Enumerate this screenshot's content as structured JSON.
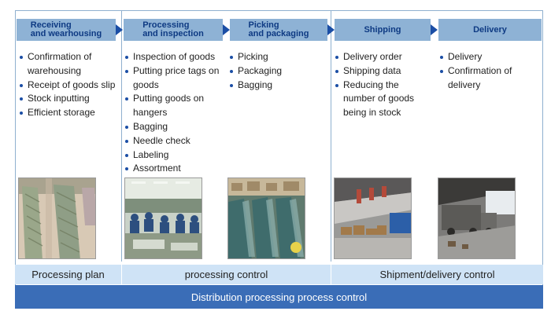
{
  "stages": [
    {
      "line1": "Receiving",
      "line2": "and wearhousing"
    },
    {
      "line1": "Processing",
      "line2": "and inspection"
    },
    {
      "line1": "Picking",
      "line2": "and packaging"
    },
    {
      "line1": "Shipping",
      "line2": ""
    },
    {
      "line1": "Delivery",
      "line2": ""
    }
  ],
  "tasks": {
    "receiving": [
      "Confirmation of warehousing",
      "Receipt of goods slip",
      "Stock inputting",
      "Efficient storage"
    ],
    "processing": [
      "Inspection of goods",
      "Putting price tags on goods",
      "Putting goods on hangers",
      "Bagging",
      "Needle check",
      "Labeling",
      "Assortment"
    ],
    "picking": [
      "Picking",
      "Packaging",
      "Bagging"
    ],
    "shipping": [
      "Delivery order",
      "Shipping data",
      "Reducing the number of goods being in stock"
    ],
    "delivery": [
      "Delivery",
      "Confirmation of delivery"
    ]
  },
  "controls": {
    "plan": "Processing plan",
    "processing": "processing control",
    "shipment": "Shipment/delivery control"
  },
  "footer": "Distribution processing process control",
  "colors": {
    "stage_bg": "#8eb2d5",
    "stage_text": "#0e3a83",
    "control_bg": "#cfe3f6",
    "footer_bg": "#3a6db7",
    "bullet": "#1b4ea5"
  }
}
